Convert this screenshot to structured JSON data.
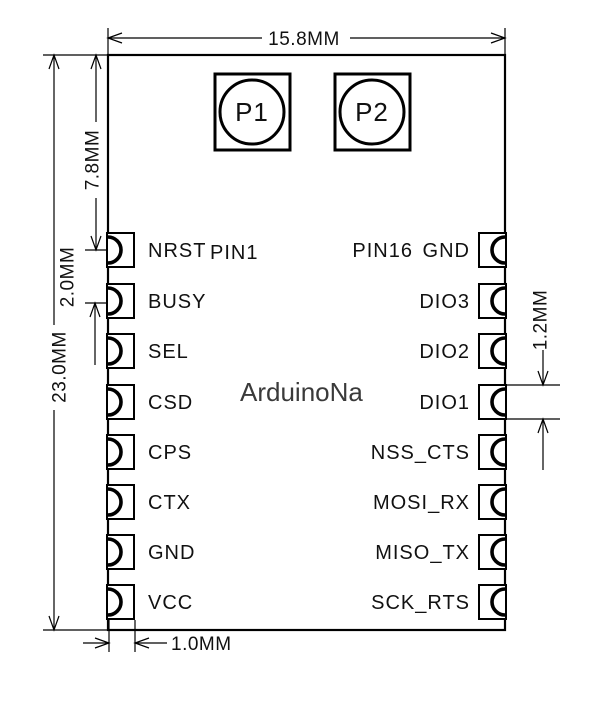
{
  "figure": {
    "module_name": "ArduinoNa",
    "dimensions": {
      "body_width": "15.8MM",
      "pin1_offset": "7.8MM",
      "pin_pitch": "2.0MM",
      "body_height": "23.0MM",
      "pad_height": "1.2MM",
      "pad_width": "1.0MM"
    },
    "mount_pads": {
      "p1": "P1",
      "p2": "P2"
    },
    "pin_markers": {
      "first": "PIN1",
      "last": "PIN16"
    },
    "pins": {
      "left": [
        "NRST",
        "BUSY",
        "SEL",
        "CSD",
        "CPS",
        "CTX",
        "GND",
        "VCC"
      ],
      "right": [
        "GND",
        "DIO3",
        "DIO2",
        "DIO1",
        "NSS_CTS",
        "MOSI_RX",
        "MISO_TX",
        "SCK_RTS"
      ]
    },
    "colors": {
      "line": "#000000",
      "background": "#ffffff",
      "module_text": "#3a3a3a"
    }
  }
}
